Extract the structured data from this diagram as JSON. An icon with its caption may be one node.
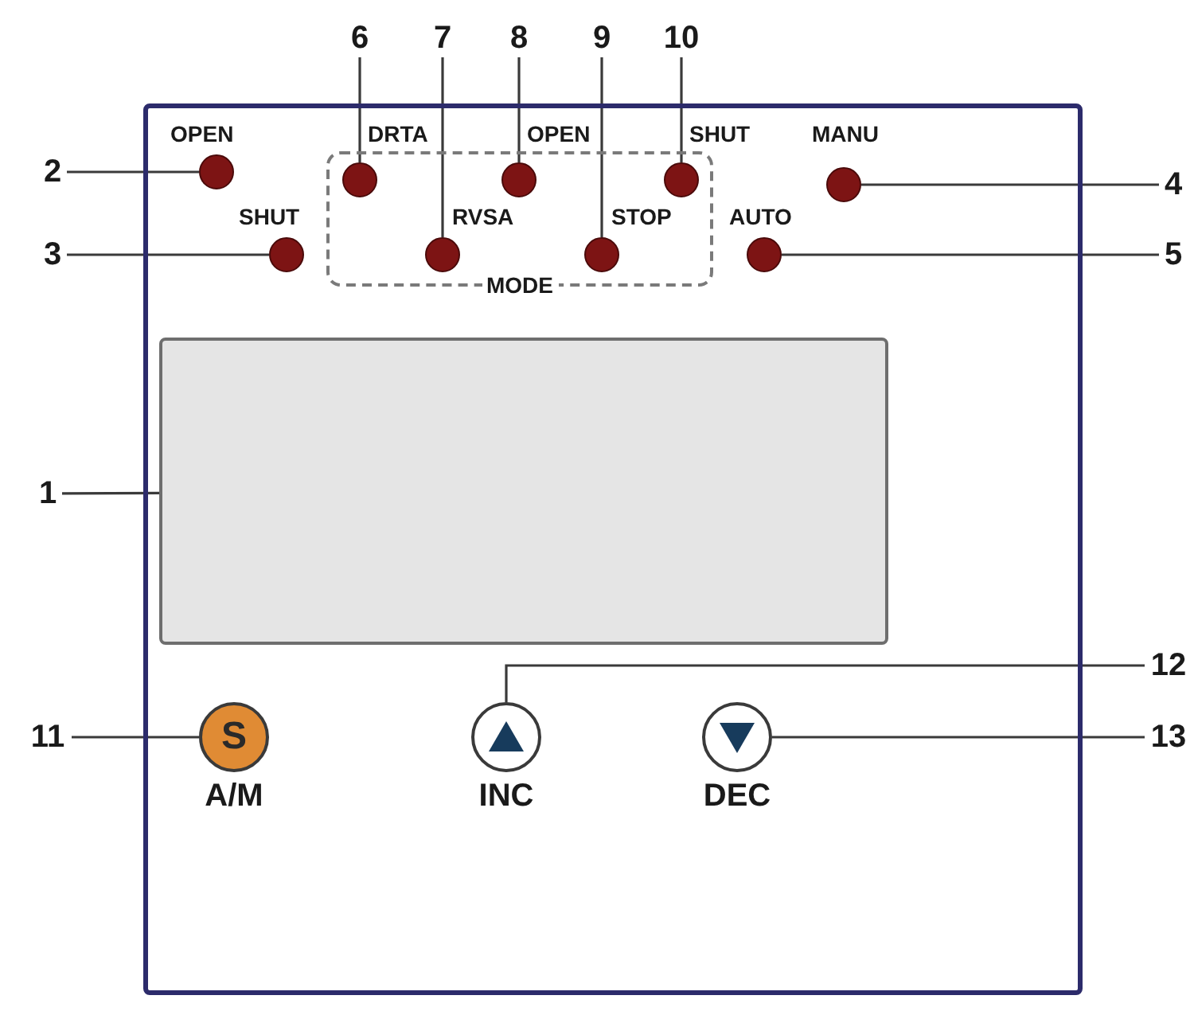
{
  "diagram": {
    "nodes": [
      {
        "text": [],
        "shape": "box"
      },
      {
        "text": [
          "MODE"
        ],
        "in": 0
      },
      {
        "text": [],
        "shape": "circle",
        "in": 0,
        "beside": [
          "OPEN"
        ]
      },
      {
        "text": [],
        "shape": "circle",
        "in": 0,
        "beside": [
          "SHUT"
        ]
      },
      {
        "text": [],
        "shape": "circle",
        "in": 1,
        "beside": [
          "DRTA"
        ]
      },
      {
        "text": [],
        "shape": "circle",
        "in": 1,
        "beside": [
          "RVSA"
        ]
      },
      {
        "text": [],
        "shape": "circle",
        "in": 1,
        "beside": [
          "OPEN"
        ]
      },
      {
        "text": [],
        "shape": "circle",
        "in": 1,
        "beside": [
          "STOP"
        ]
      },
      {
        "text": [],
        "shape": "circle",
        "in": 1,
        "beside": [
          "SHUT"
        ]
      },
      {
        "text": [],
        "shape": "circle",
        "in": 0,
        "beside": [
          "MANU"
        ]
      },
      {
        "text": [],
        "shape": "circle",
        "in": 0,
        "beside": [
          "AUTO"
        ]
      },
      {
        "text": [],
        "shape": "box",
        "in": 0
      },
      {
        "text": [
          "S"
        ],
        "in": 0,
        "beside": [
          "A/M"
        ]
      },
      {
        "text": [],
        "shape": "circle",
        "in": 0,
        "beside": [
          "INC"
        ]
      },
      {
        "text": [],
        "shape": "circle",
        "in": 0,
        "beside": [
          "DEC"
        ]
      },
      {
        "text": [
          "1"
        ]
      },
      {
        "text": [
          "2"
        ]
      },
      {
        "text": [
          "3"
        ]
      },
      {
        "text": [
          "4"
        ]
      },
      {
        "text": [
          "5"
        ]
      },
      {
        "text": [
          "6"
        ]
      },
      {
        "text": [
          "7"
        ]
      },
      {
        "text": [
          "8"
        ]
      },
      {
        "text": [
          "9"
        ]
      },
      {
        "text": [
          "10"
        ]
      },
      {
        "text": [
          "11"
        ]
      },
      {
        "text": [
          "12"
        ]
      },
      {
        "text": [
          "13"
        ]
      }
    ],
    "edges": [
      {
        "from": 15,
        "to": 11,
        "arrow": "none"
      },
      {
        "from": 16,
        "to": 2,
        "arrow": "none"
      },
      {
        "from": 17,
        "to": 3,
        "arrow": "none"
      },
      {
        "from": 18,
        "to": 9,
        "arrow": "none"
      },
      {
        "from": 19,
        "to": 10,
        "arrow": "none"
      },
      {
        "from": 20,
        "to": 4,
        "arrow": "none"
      },
      {
        "from": 21,
        "to": 5,
        "arrow": "none"
      },
      {
        "from": 22,
        "to": 6,
        "arrow": "none"
      },
      {
        "from": 23,
        "to": 7,
        "arrow": "none"
      },
      {
        "from": 24,
        "to": 8,
        "arrow": "none"
      },
      {
        "from": 25,
        "to": 12,
        "arrow": "none"
      },
      {
        "from": 26,
        "to": 13,
        "arrow": "none"
      },
      {
        "from": 27,
        "to": 14,
        "arrow": "none"
      }
    ]
  }
}
